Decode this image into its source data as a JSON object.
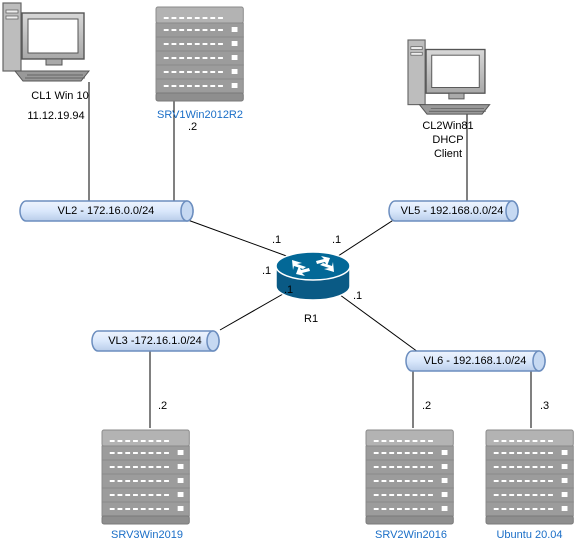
{
  "nodes": {
    "cl1": {
      "name": "CL1 Win 10",
      "ip": "11.12.19.94"
    },
    "srv1": {
      "name": "SRV1Win2012R2",
      "host": ".2"
    },
    "cl2": {
      "line1": "CL2Win81",
      "line2": "DHCP",
      "line3": "Client"
    },
    "router": {
      "name": "R1"
    },
    "srv3": {
      "name": "SRV3Win2019",
      "host": ".2"
    },
    "srv2": {
      "name": "SRV2Win2016",
      "host": ".2"
    },
    "ubuntu": {
      "name": "Ubuntu 20.04",
      "host": ".3"
    }
  },
  "vlans": {
    "vl2": "VL2 - 172.16.0.0/24",
    "vl5": "VL5 - 192.168.0.0/24",
    "vl3": "VL3 -172.16.1.0/24",
    "vl6": "VL6 - 192.168.1.0/24"
  },
  "router_ifaces": {
    "vl2": ".1",
    "vl5": ".1",
    "vl3_a": ".1",
    "vl3_b": ".1",
    "vl6": ".1"
  },
  "colors": {
    "pipe_fill": "#dae8fc",
    "pipe_stroke": "#6c8ebf",
    "router_fill": "#036897",
    "server_fill": "#a0a0a0",
    "label_blue": "#1a6ec7"
  }
}
